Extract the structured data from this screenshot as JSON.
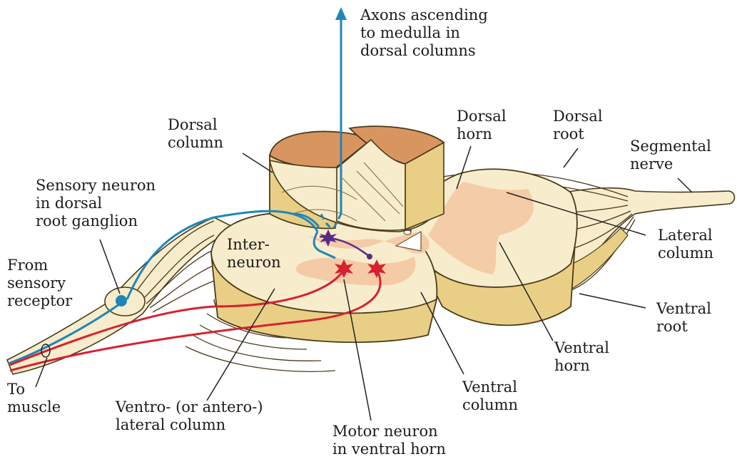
{
  "colors": {
    "tissue": "#f7eccb",
    "tissue_side": "#e9cf85",
    "tissue_dark": "#c9a659",
    "grey_matter": "#f3c9a3",
    "cut_surface": "#d99560",
    "sensory_axon": "#1f86b8",
    "motor_axon": "#d8202f",
    "interneuron": "#5b2a86",
    "outline": "#4a3a1a",
    "leader": "#222222",
    "text": "#1b1b1b"
  },
  "icons": {
    "ascending_arrow": "arrow-up-icon",
    "ganglion": "ganglion-cell-icon",
    "motor_soma": "star-neuron-icon"
  },
  "labels": {
    "axons_ascending": "Axons ascending\nto medulla in\ndorsal columns",
    "dorsal_column": "Dorsal\ncolumn",
    "dorsal_horn": "Dorsal\nhorn",
    "dorsal_root": "Dorsal\nroot",
    "segmental_nerve": "Segmental\nnerve",
    "sensory_neuron": "Sensory neuron\nin dorsal\nroot ganglion",
    "lateral_column": "Lateral\ncolumn",
    "interneuron": "Inter-\nneuron",
    "from_sensory_receptor": "From\nsensory\nreceptor",
    "ventral_root": "Ventral\nroot",
    "ventral_horn": "Ventral\nhorn",
    "ventral_column": "Ventral\ncolumn",
    "to_muscle": "To\nmuscle",
    "ventrolateral_column": "Ventro- (or antero-)\nlateral column",
    "motor_neuron": "Motor neuron\nin ventral horn"
  }
}
